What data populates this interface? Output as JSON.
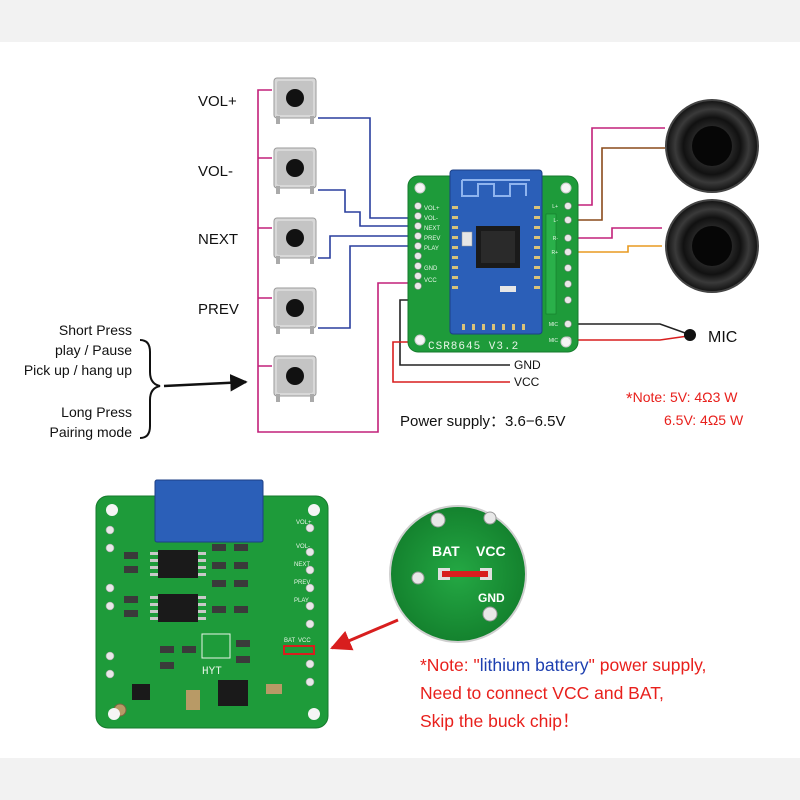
{
  "buttons": [
    {
      "id": "vol-plus",
      "label": "VOL+"
    },
    {
      "id": "vol-minus",
      "label": "VOL-"
    },
    {
      "id": "next",
      "label": "NEXT"
    },
    {
      "id": "prev",
      "label": "PREV"
    },
    {
      "id": "play",
      "label": ""
    }
  ],
  "play_button_desc": {
    "short_press": "Short Press",
    "play_pause": "play / Pause",
    "pickup_hangup": "Pick up / hang up",
    "long_press": "Long Press",
    "pairing_mode": "Pairing mode"
  },
  "board": {
    "model": "CSR8645 V3.2",
    "pins_left": [
      "VOL+",
      "VOL-",
      "NEXT",
      "PREV",
      "PLAY",
      "GND",
      "VCC"
    ],
    "pins_right": [
      "L+",
      "L-",
      "R-",
      "R+",
      "MIC",
      "MIC"
    ]
  },
  "wires": {
    "gnd": "GND",
    "vcc": "VCC",
    "mic": "MIC"
  },
  "power_supply": "Power supply：3.6−6.5V",
  "note_power": {
    "star": "*",
    "line1": "Note: 5V: 4Ω3 W",
    "line2": "6.5V: 4Ω5 W"
  },
  "back_board": {
    "label": "HYT",
    "pins": [
      "VOL+",
      "VOL-",
      "NEXT",
      "PREV",
      "PLAY"
    ],
    "pad_labels": [
      "BAT",
      "VCC"
    ]
  },
  "zoom": {
    "bat": "BAT",
    "vcc": "VCC",
    "gnd": "GND"
  },
  "note_lithium": {
    "part1": "*Note: \"",
    "highlight": "lithium battery",
    "part2": "\" power supply,",
    "line2": "Need to connect VCC and BAT,",
    "line3": "Skip the buck chip！"
  },
  "colors": {
    "pcb_green": "#1e9b3a",
    "wire_blue": "#2a3f9e",
    "wire_magenta": "#c2207a",
    "wire_brown": "#8a4a1a",
    "wire_orange": "#e89a20",
    "wire_red": "#d81e1e",
    "note_red": "#e8201c",
    "bluetooth_module": "#2b5fb8"
  }
}
